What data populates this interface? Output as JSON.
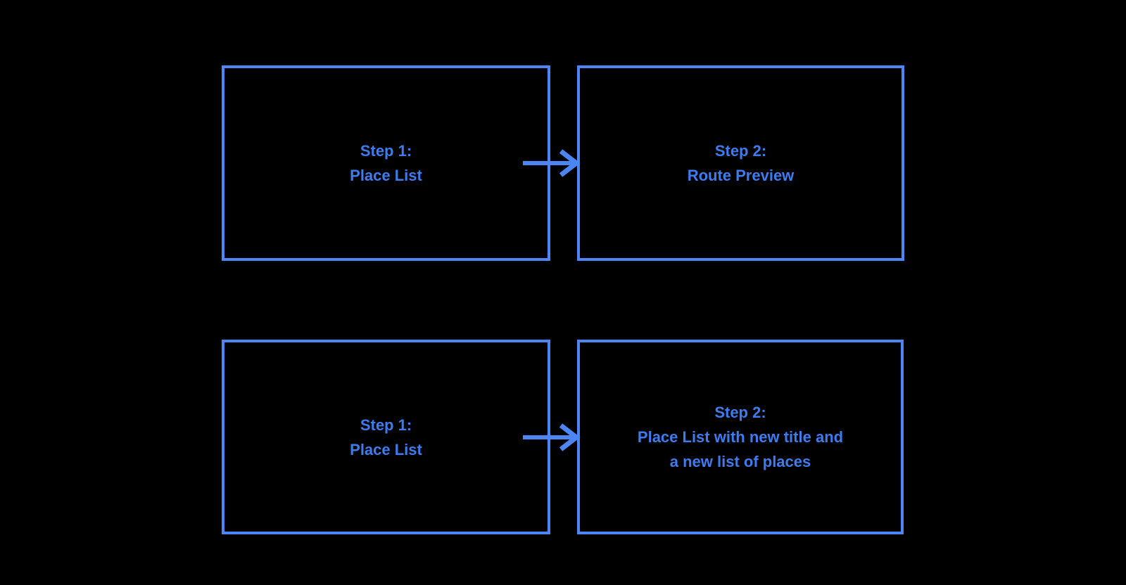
{
  "diagram": {
    "colors": {
      "background": "#000000",
      "accent": "#4c86f4",
      "text": "#3d7cf0"
    },
    "boxes": [
      {
        "id": "box-step1-top",
        "lines": [
          "Step 1:",
          "Place List"
        ]
      },
      {
        "id": "box-step2-top",
        "lines": [
          "Step 2:",
          "Route Preview"
        ]
      },
      {
        "id": "box-step1-bottom",
        "lines": [
          "Step 1:",
          "Place List"
        ]
      },
      {
        "id": "box-step2-bottom",
        "lines": [
          "Step 2:",
          "Place List with new title and",
          "a new list of places"
        ]
      }
    ],
    "connectors": [
      {
        "from": "box-step1-top",
        "to": "box-step2-top",
        "direction": "right"
      },
      {
        "from": "box-step1-bottom",
        "to": "box-step2-bottom",
        "direction": "right"
      }
    ]
  }
}
